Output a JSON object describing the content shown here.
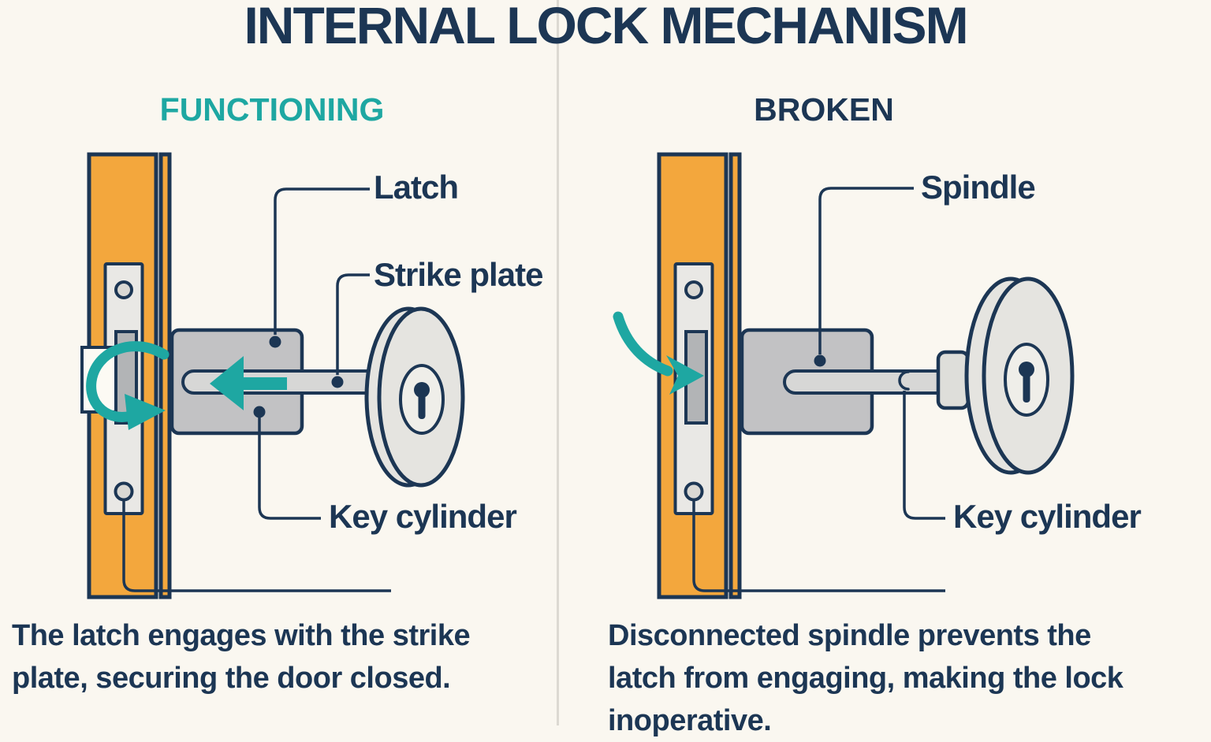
{
  "title": "INTERNAL LOCK MECHANISM",
  "panels": [
    {
      "heading": "FUNCTIONING",
      "callouts": [
        {
          "id": "latch",
          "text": "Latch"
        },
        {
          "id": "strike-plate",
          "text": "Strike plate"
        },
        {
          "id": "key-cylinder",
          "text": "Key cylinder"
        }
      ],
      "description": "The latch engages with the strike plate, securing the door closed."
    },
    {
      "heading": "BROKEN",
      "callouts": [
        {
          "id": "spindle",
          "text": "Spindle"
        },
        {
          "id": "key-cylinder",
          "text": "Key cylinder"
        }
      ],
      "description": "Disconnected spindle prevents the latch from engaging, making the lock inoperative."
    }
  ],
  "colors": {
    "bg": "#faf7f0",
    "navy": "#1c3654",
    "teal": "#1ea7a2",
    "orange": "#f3a73d",
    "plate": "#e9e8e5",
    "slot": "#b2b4b6",
    "body": "#c2c2c4",
    "bar": "#d7d7d6",
    "knob": "#e5e4e0",
    "knobInner": "#efeee9",
    "neck": "#dededa",
    "screw": "#d9d8d4",
    "divider": "#dcd9d2",
    "boxFill": "#fcfaf4"
  }
}
